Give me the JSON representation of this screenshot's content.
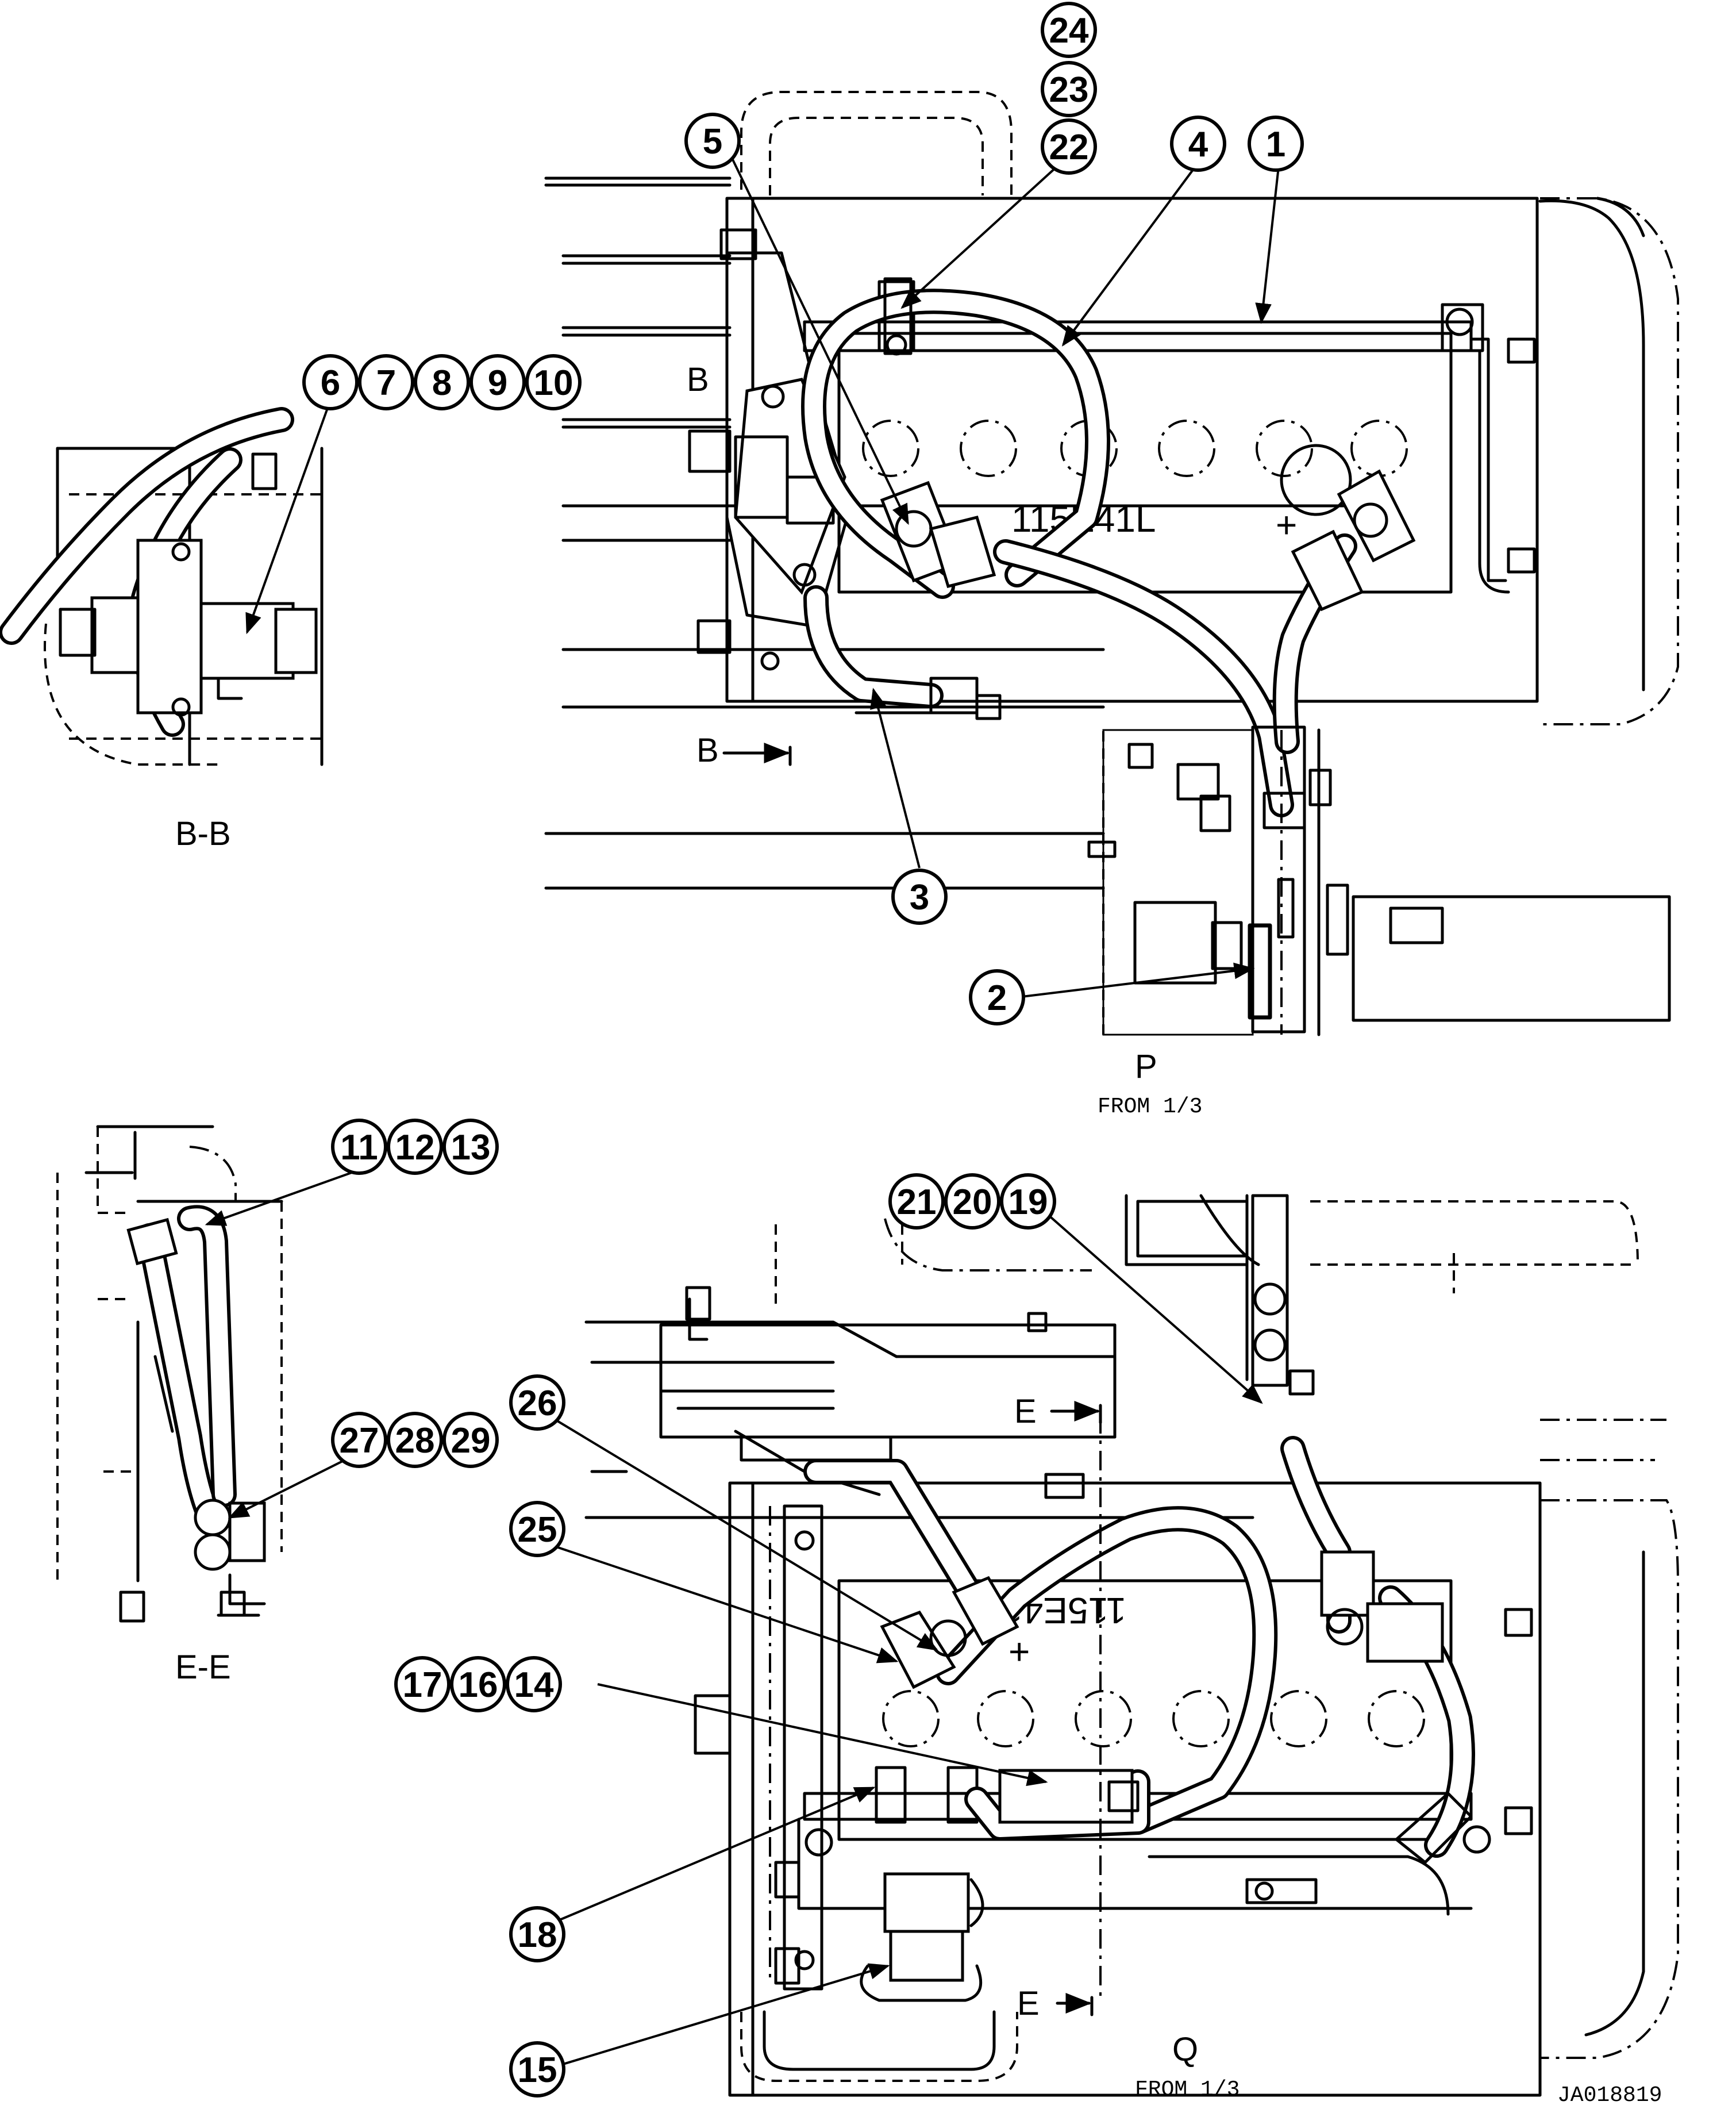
{
  "views": {
    "p": {
      "letter": "P",
      "sub": "FROM 1/3"
    },
    "q": {
      "letter": "Q",
      "sub": "FROM 1/3"
    },
    "bb": {
      "title": "B-B",
      "cut_mark": "B"
    },
    "ee": {
      "title": "E-E",
      "cut_mark": "E"
    }
  },
  "battery_label": "115E41L",
  "battery_plus": "+",
  "drawing_number": "JA018819",
  "callouts": {
    "c1": "1",
    "c2": "2",
    "c3": "3",
    "c4": "4",
    "c5": "5",
    "c6": "6",
    "c7": "7",
    "c8": "8",
    "c9": "9",
    "c10": "10",
    "c11": "11",
    "c12": "12",
    "c13": "13",
    "c14": "14",
    "c15": "15",
    "c16": "16",
    "c17": "17",
    "c18": "18",
    "c19": "19",
    "c20": "20",
    "c21": "21",
    "c22": "22",
    "c23": "23",
    "c24": "24",
    "c25": "25",
    "c26": "26",
    "c27": "27",
    "c28": "28",
    "c29": "29"
  }
}
